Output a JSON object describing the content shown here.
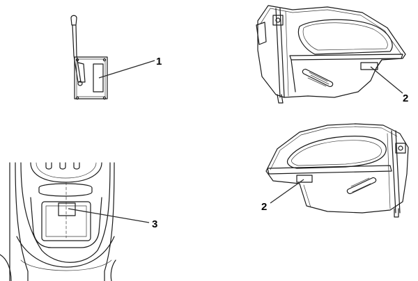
{
  "callouts": {
    "c1": "1",
    "c2_top": "2",
    "c2_bottom": "2",
    "c3": "3"
  },
  "colors": {
    "line": "#1a1a1a",
    "background": "#ffffff"
  }
}
